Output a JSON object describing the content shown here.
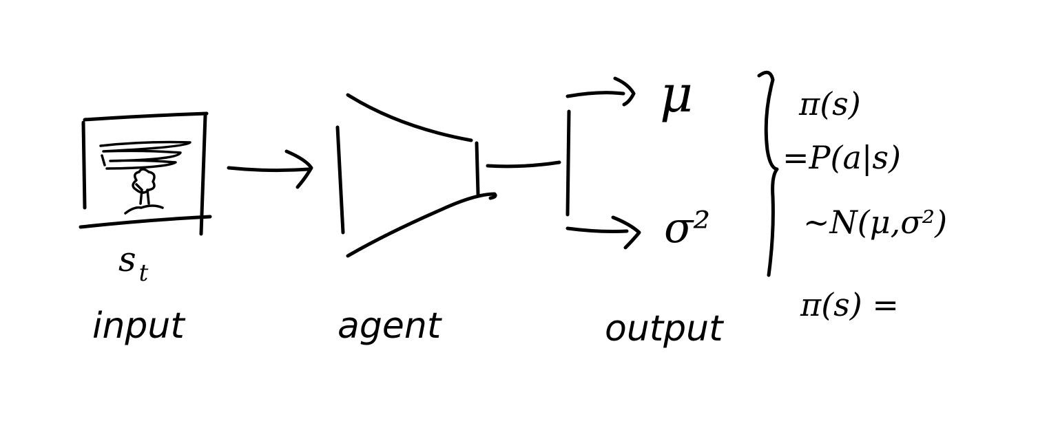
{
  "diagram": {
    "input_label": "input",
    "agent_label": "agent",
    "output_label": "output",
    "state_symbol": "s",
    "state_subscript": "t",
    "mu_label": "μ",
    "sigma_label": "σ²",
    "policy": {
      "line1": "π(s)",
      "line2": "=P(a|s)",
      "line3": "~N(μ,σ²)",
      "line4": "π(s) ="
    }
  },
  "colors": {
    "ink": "#000000",
    "background": "#ffffff"
  }
}
